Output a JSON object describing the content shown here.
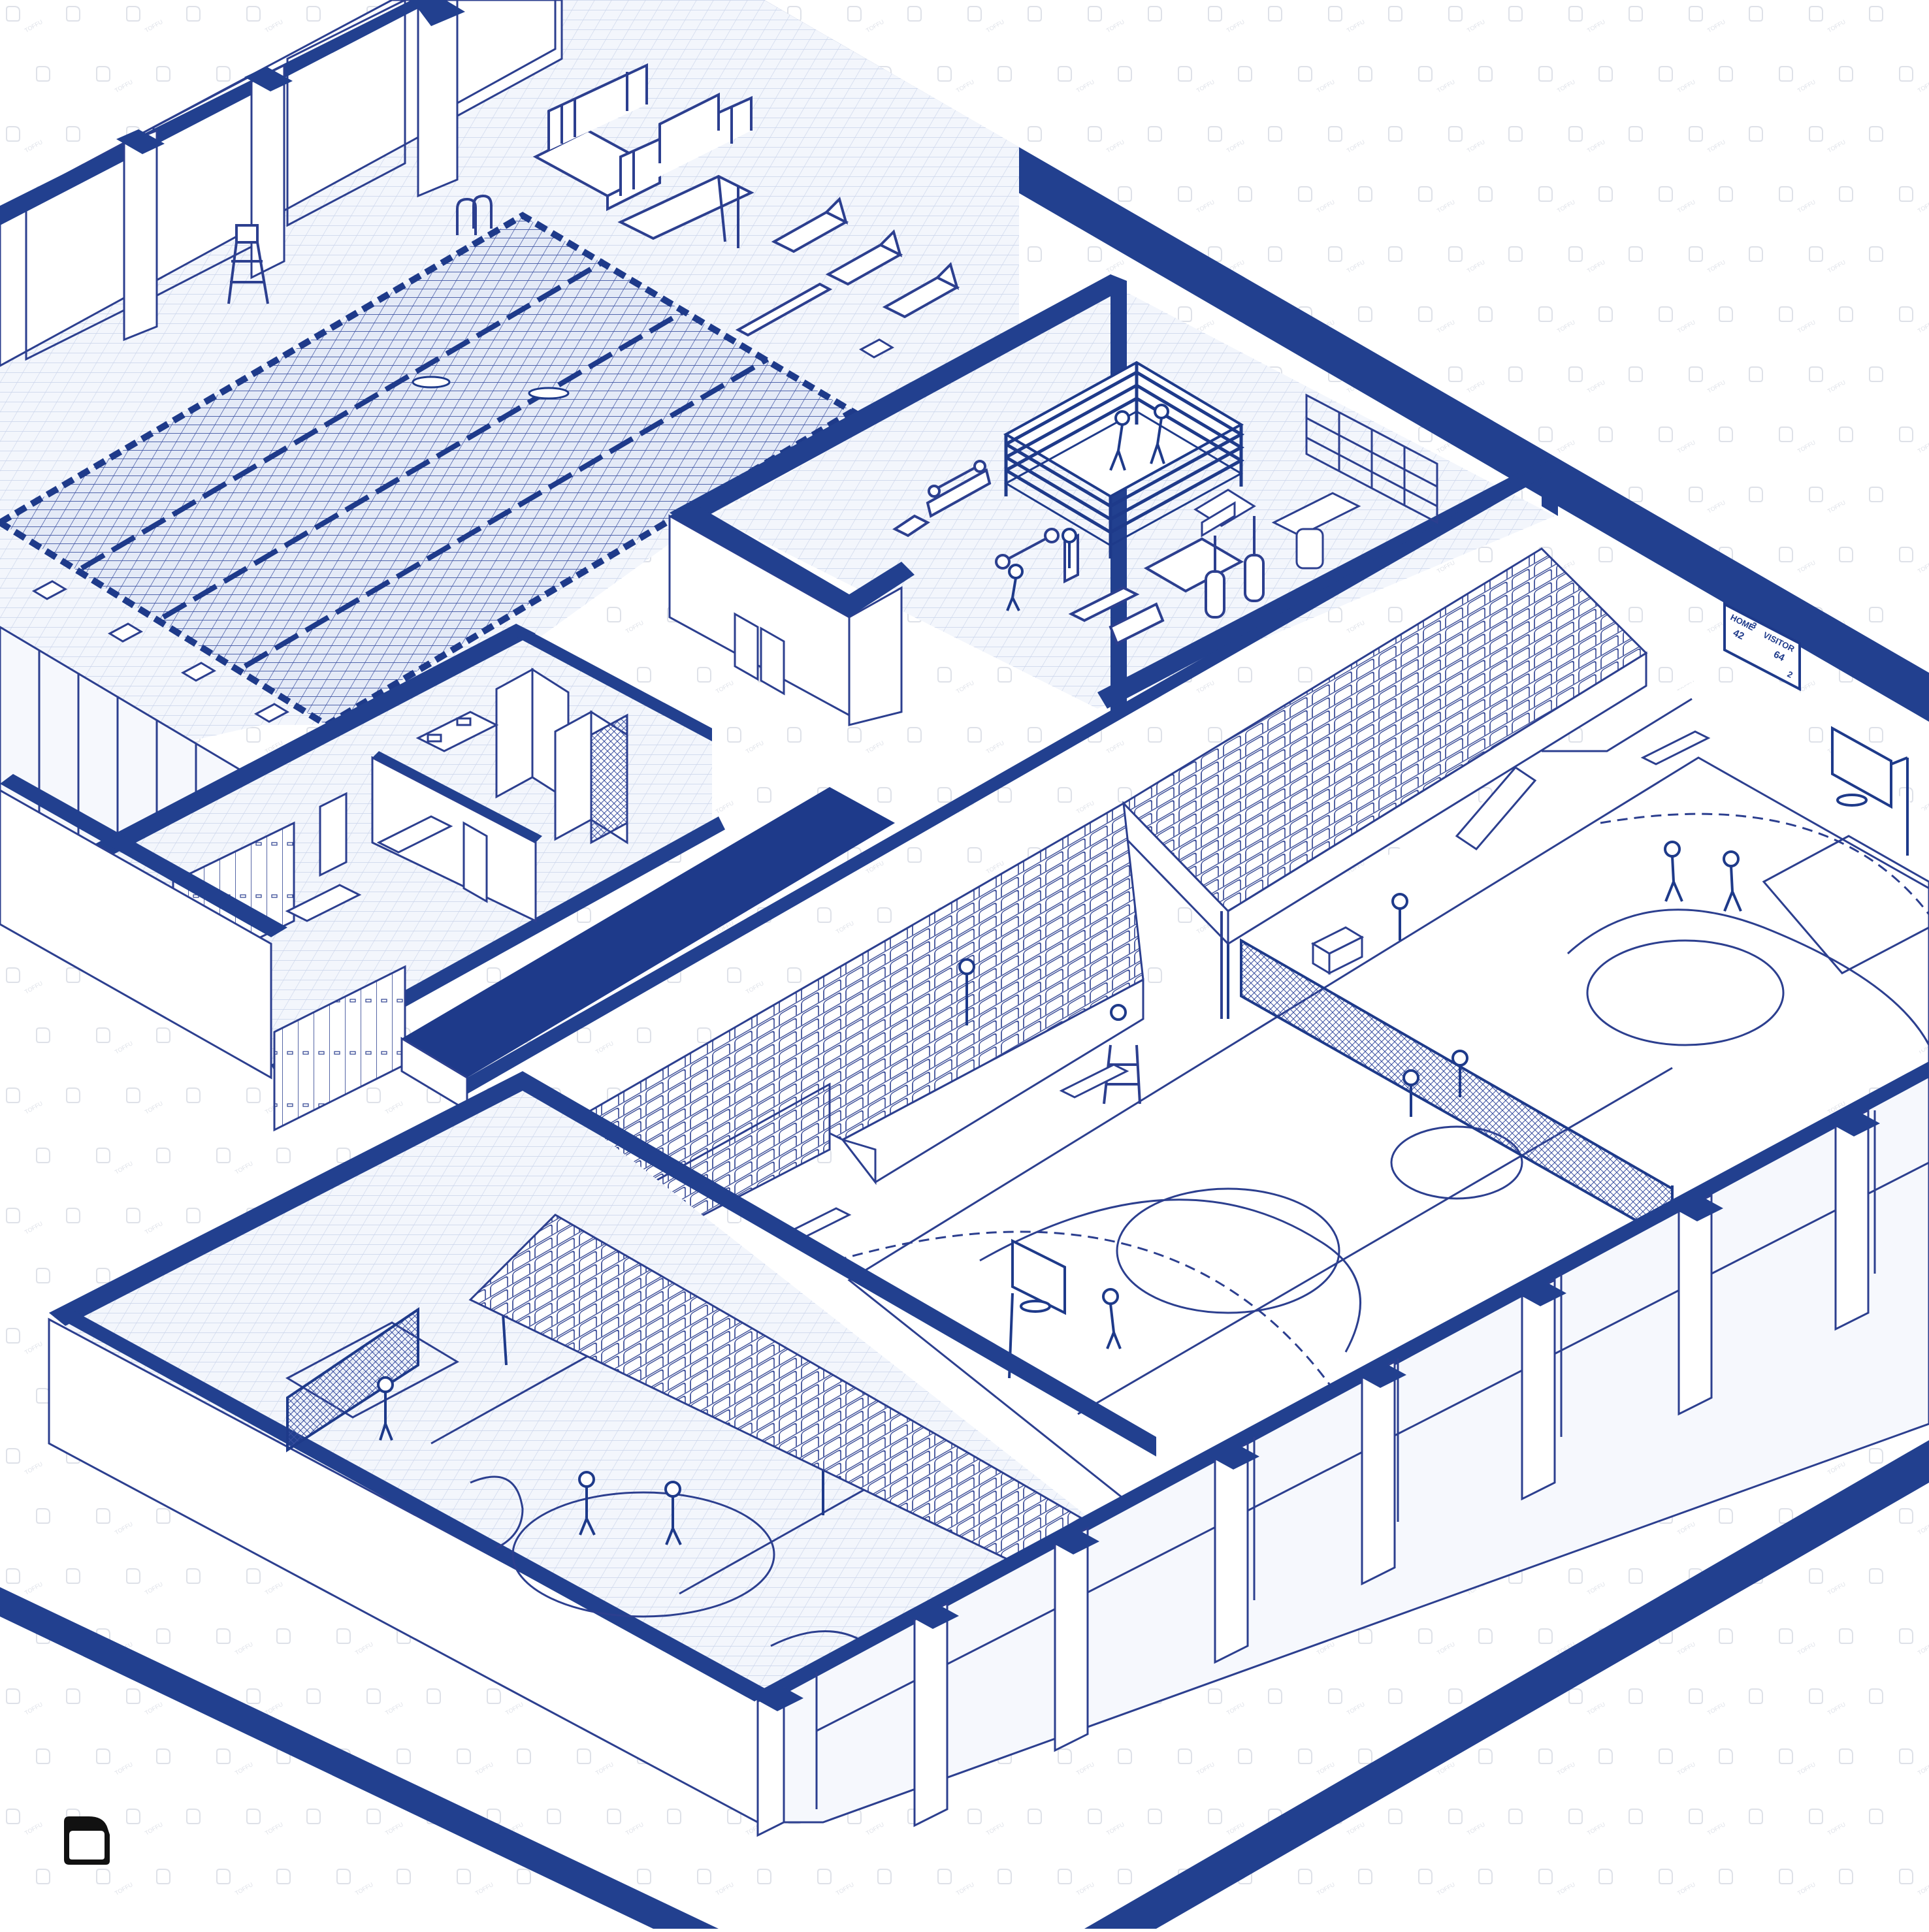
{
  "palette": {
    "ink": "#1e3a8a",
    "wall": "#22408f",
    "line": "#3a4fa0",
    "grid": "#c9d3ea",
    "floor": "#eef2fa",
    "paper": "#ffffff"
  },
  "watermark": {
    "text": "TOFFU"
  },
  "scoreboard": {
    "home_label": "HOME",
    "home_score": "42",
    "visitor_label": "VISITOR",
    "visitor_score": "64",
    "period_left": "3",
    "period_right": "2"
  },
  "logo": {
    "icon": "toffu-cube-icon"
  }
}
